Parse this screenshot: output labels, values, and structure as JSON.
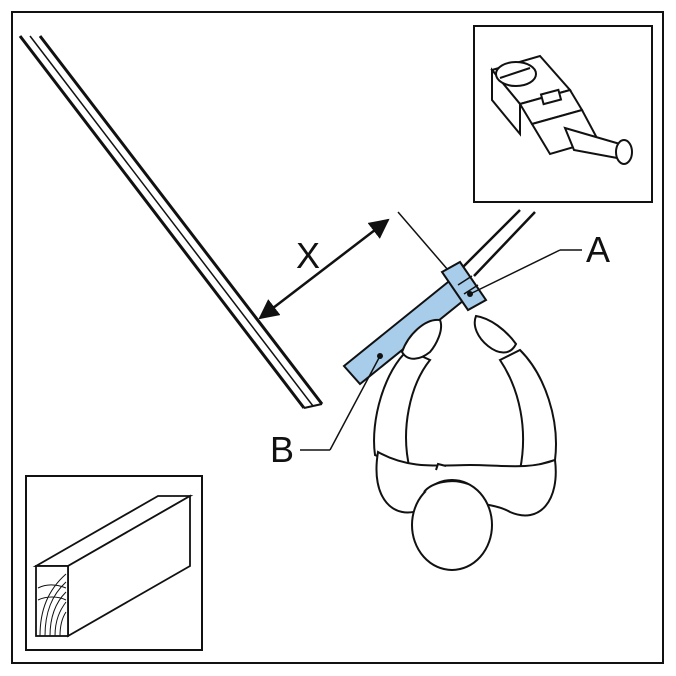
{
  "labels": {
    "dimension": "X",
    "part_a": "A",
    "part_b": "B"
  },
  "insets": {
    "top_right": "bolt-fitting",
    "bottom_left": "wood-beam"
  },
  "colors": {
    "board": "#a8cdea",
    "line": "#111111",
    "background": "#ffffff"
  }
}
